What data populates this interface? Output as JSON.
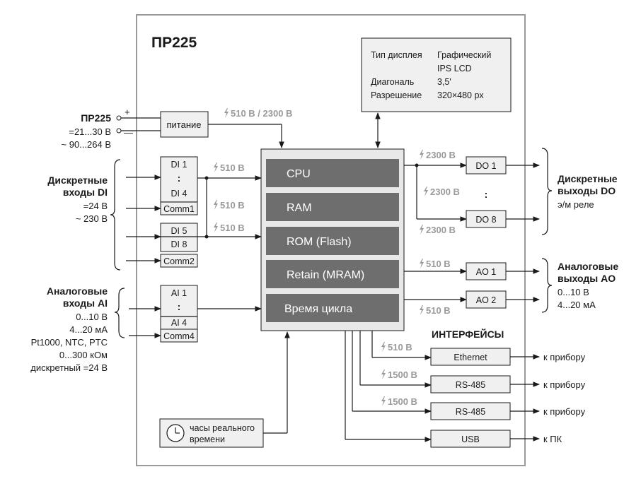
{
  "device": "ПР225",
  "display": {
    "rows": [
      {
        "label": "Тип дисплея",
        "value": "Графический"
      },
      {
        "label": "",
        "value": "IPS LCD"
      },
      {
        "label": "Диагональ",
        "value": "3,5'"
      },
      {
        "label": "Разрешение",
        "value": "320×480 px"
      }
    ]
  },
  "power": {
    "box_label": "питание",
    "title": "ПР225",
    "dc": "=21...30 В",
    "ac": "~ 90...264 В",
    "plus": "+",
    "minus": "—",
    "isolation": "510 В / 2300 В"
  },
  "cpu_blocks": [
    "CPU",
    "RAM",
    "ROM (Flash)",
    "Retain (MRAM)",
    "Время цикла"
  ],
  "di": {
    "group1": {
      "top": "DI 1",
      "bottom": "DI 4",
      "comm": "Comm1"
    },
    "group2": {
      "top": "DI 5",
      "bottom": "DI 8",
      "comm": "Comm2"
    },
    "dots": ":",
    "label_lines": [
      "Дискретные",
      "входы DI",
      "=24 В",
      "~ 230 В"
    ],
    "iso_1": "510 В",
    "iso_mid": "510 В",
    "iso_2": "510 В"
  },
  "ai": {
    "top": "AI 1",
    "bottom": "AI 4",
    "comm": "Comm4",
    "dots": ":",
    "label_lines": [
      "Аналоговые",
      "входы AI",
      "0...10 В",
      "4...20 мА",
      "Pt1000, NTC, PTC",
      "0...300 кОм",
      "дискретный =24 В"
    ]
  },
  "do": {
    "top": "DO 1",
    "bottom": "DO 8",
    "dots": ":",
    "label_lines": [
      "Дискретные",
      "выходы DO",
      "э/м реле"
    ],
    "iso_top": "2300 В",
    "iso_mid": "2300 В",
    "iso_bottom": "2300 В"
  },
  "ao": {
    "top": "AO 1",
    "bottom": "AO 2",
    "label_lines": [
      "Аналоговые",
      "выходы AO",
      "0...10 В",
      "4...20 мА"
    ],
    "iso_top": "510 В",
    "iso_bottom": "510 В"
  },
  "interfaces": {
    "title": "ИНТЕРФЕЙСЫ",
    "items": [
      {
        "name": "Ethernet",
        "isolation": "510 В",
        "target": "к прибору"
      },
      {
        "name": "RS-485",
        "isolation": "1500 В",
        "target": "к прибору"
      },
      {
        "name": "RS-485",
        "isolation": "1500 В",
        "target": "к прибору"
      },
      {
        "name": "USB",
        "isolation": "",
        "target": "к ПК"
      }
    ]
  },
  "clock": {
    "line1": "часы реального",
    "line2": "времени"
  },
  "colors": {
    "cpu_block": "#6e6e6e",
    "box_fill": "#f0f0f0",
    "isolation_text": "#9a9a9a",
    "frame": "#9a9a9a"
  }
}
